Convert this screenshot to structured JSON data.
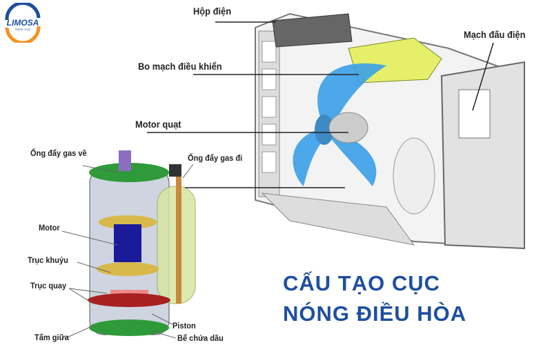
{
  "logo": {
    "name": "LIMOSA",
    "tagline": "SINCE 2016"
  },
  "labels": {
    "hop_dien": "Hộp điện",
    "bo_mach": "Bo mạch điều khiển",
    "motor_quat": "Motor quạt",
    "mach_dau_dien": "Mạch đấu điện",
    "ong_gas_ve": "Ống đẩy gas về",
    "ong_gas_di": "Ống đẩy gas đi",
    "motor": "Motor",
    "truc_khuyu": "Trục khuỷu",
    "truc_quay": "Trục quay",
    "tam_giua": "Tấm giữa",
    "piston": "Piston",
    "be_chua_dau": "Bể chứa dầu"
  },
  "title": {
    "line1": "CẤU TẠO CỤC",
    "line2": "NÓNG ĐIỀU HÒA"
  },
  "colors": {
    "title": "#1f4f9e",
    "fan": "#3aa0e8",
    "logo_orange": "#f39323"
  }
}
